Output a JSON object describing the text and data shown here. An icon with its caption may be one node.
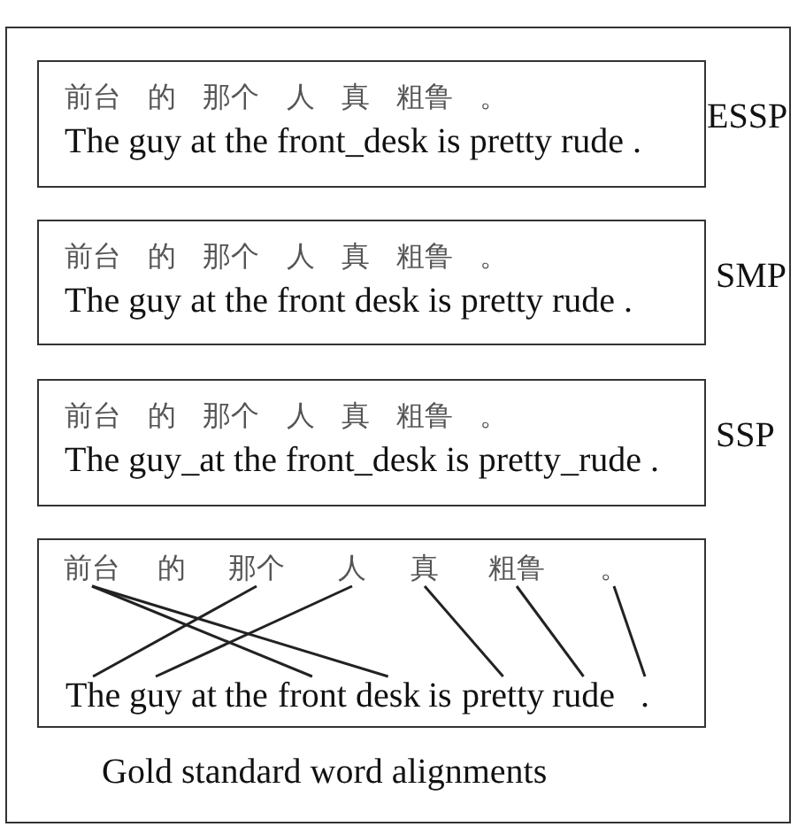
{
  "diagram": {
    "nodes": [
      {
        "text": [],
        "shape": "box"
      },
      {
        "text": [
          "前台 的 那个 人 真 粗鲁 。",
          "The guy at the front_desk is pretty rude ."
        ],
        "beside": [
          "ESSP"
        ],
        "in": 0
      },
      {
        "text": [
          "前台 的 那个 人 真 粗鲁 。",
          "The guy at the front desk is pretty rude ."
        ],
        "beside": [
          "SMP"
        ],
        "in": 0
      },
      {
        "text": [
          "前台 的 那个 人 真 粗鲁 。",
          "The guy_at the front_desk is pretty_rude ."
        ],
        "beside": [
          "SSP"
        ],
        "in": 0
      },
      {
        "text": [],
        "shape": "box",
        "beside": [
          "Gold standard word alignments"
        ],
        "in": 0
      },
      {
        "text": [
          "前台"
        ],
        "in": 4
      },
      {
        "text": [
          "的"
        ],
        "in": 4
      },
      {
        "text": [
          "那个"
        ],
        "in": 4
      },
      {
        "text": [
          "人"
        ],
        "in": 4
      },
      {
        "text": [
          "真"
        ],
        "in": 4
      },
      {
        "text": [
          "粗鲁"
        ],
        "in": 4
      },
      {
        "text": [
          "。"
        ],
        "in": 4
      },
      {
        "text": [
          "The"
        ],
        "in": 4
      },
      {
        "text": [
          "guy"
        ],
        "in": 4
      },
      {
        "text": [
          "at"
        ],
        "in": 4
      },
      {
        "text": [
          "the"
        ],
        "in": 4
      },
      {
        "text": [
          "front"
        ],
        "in": 4
      },
      {
        "text": [
          "desk"
        ],
        "in": 4
      },
      {
        "text": [
          "is"
        ],
        "in": 4
      },
      {
        "text": [
          "pretty"
        ],
        "in": 4
      },
      {
        "text": [
          "rude"
        ],
        "in": 4
      },
      {
        "text": [
          "."
        ],
        "in": 4
      }
    ],
    "edges": [
      {
        "from": 5,
        "to": 16,
        "arrow": "none"
      },
      {
        "from": 5,
        "to": 17,
        "arrow": "none"
      },
      {
        "from": 7,
        "to": 12,
        "arrow": "none"
      },
      {
        "from": 8,
        "to": 13,
        "arrow": "none"
      },
      {
        "from": 9,
        "to": 19,
        "arrow": "none"
      },
      {
        "from": 10,
        "to": 20,
        "arrow": "none"
      },
      {
        "from": 11,
        "to": 21,
        "arrow": "none"
      }
    ]
  }
}
